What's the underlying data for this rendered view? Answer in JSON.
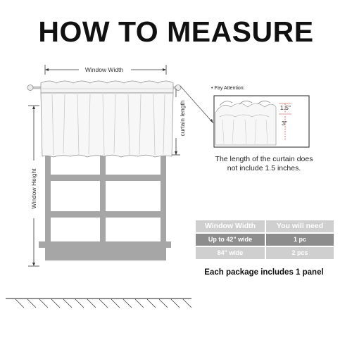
{
  "title": "HOW TO MEASURE",
  "labels": {
    "window_width": "Window Width",
    "window_height": "Window Height",
    "curtain_length": "curtain length",
    "pay_attention": "Pay Attention:",
    "detail_top": "1.5\"",
    "detail_bottom": "3\""
  },
  "note": {
    "line1": "The length of the curtain does",
    "line2": "not include 1.5 inches."
  },
  "table": {
    "headers": [
      "Window Width",
      "You will need"
    ],
    "rows": [
      [
        "Up to 42\" wide",
        "1 pc"
      ],
      [
        "84\" wide",
        "2 pcs"
      ]
    ]
  },
  "package_note": "Each package includes 1 panel",
  "colors": {
    "frame": "#a6a6a6",
    "table_header": "#cfcfcf",
    "table_row_dark": "#8d8d8d",
    "table_row_light": "#cfcfcf",
    "detail_marker": "#c0392b"
  }
}
